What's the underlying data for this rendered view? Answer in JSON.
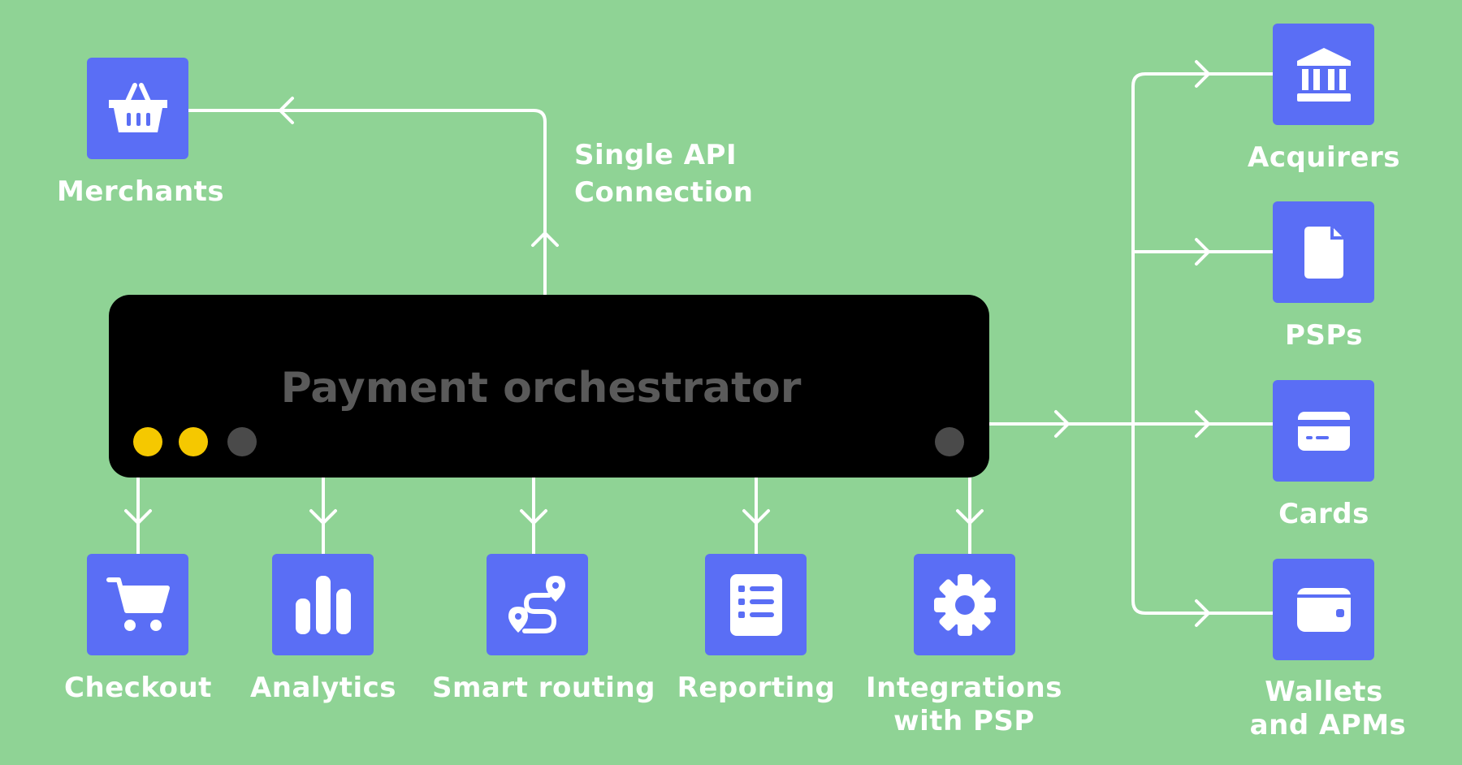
{
  "diagram": {
    "center": {
      "title": "Payment orchestrator"
    },
    "merchants": {
      "label": "Merchants",
      "icon": "basket-icon"
    },
    "api_connection": {
      "line1": "Single API",
      "line2": "Connection"
    },
    "features": [
      {
        "label": "Checkout",
        "icon": "cart-icon"
      },
      {
        "label": "Analytics",
        "icon": "bar-chart-icon"
      },
      {
        "label": "Smart routing",
        "icon": "route-icon"
      },
      {
        "label": "Reporting",
        "icon": "list-icon"
      },
      {
        "line1": "Integrations",
        "line2": "with PSP",
        "icon": "gear-icon"
      }
    ],
    "providers": [
      {
        "label": "Acquirers",
        "icon": "bank-icon"
      },
      {
        "label": "PSPs",
        "icon": "document-icon"
      },
      {
        "label": "Cards",
        "icon": "credit-card-icon"
      },
      {
        "line1": "Wallets",
        "line2": "and APMs",
        "icon": "wallet-icon"
      }
    ],
    "colors": {
      "background": "#8fd395",
      "tile": "#5a6ef5",
      "orchestrator": "#000000",
      "dot_active": "#f5c800",
      "dot_inactive": "#4a4a4a",
      "line": "#ffffff"
    }
  }
}
